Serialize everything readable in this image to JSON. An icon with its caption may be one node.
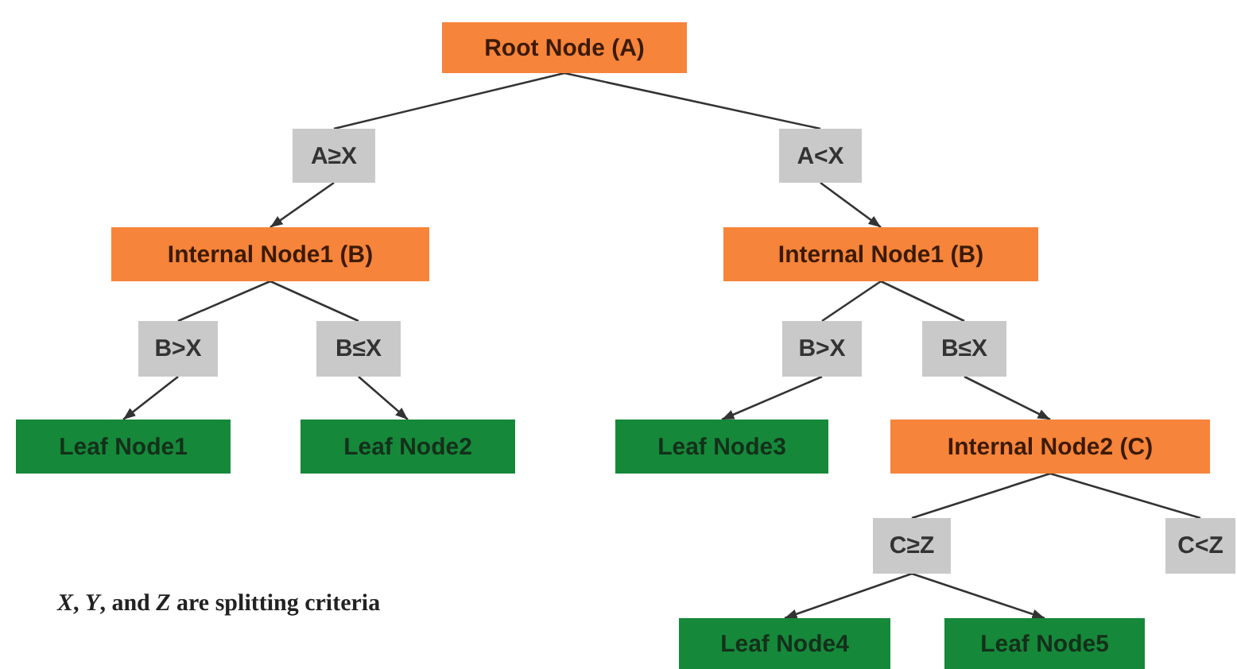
{
  "diagram": {
    "nodes": [
      {
        "text": [
          "Root Node (A)"
        ]
      },
      {
        "text": [
          "A≥X"
        ]
      },
      {
        "text": [
          "A<X"
        ]
      },
      {
        "text": [
          "Internal Node1 (B)"
        ]
      },
      {
        "text": [
          "Internal Node1 (B)"
        ]
      },
      {
        "text": [
          "B>X"
        ]
      },
      {
        "text": [
          "B≤X"
        ]
      },
      {
        "text": [
          "B>X"
        ]
      },
      {
        "text": [
          "B≤X"
        ]
      },
      {
        "text": [
          "Leaf Node1"
        ]
      },
      {
        "text": [
          "Leaf Node2"
        ]
      },
      {
        "text": [
          "Leaf Node3"
        ]
      },
      {
        "text": [
          "Internal Node2 (C)"
        ]
      },
      {
        "text": [
          "C≥Z"
        ]
      },
      {
        "text": [
          "C<Z"
        ]
      },
      {
        "text": [
          "Leaf Node4"
        ]
      },
      {
        "text": [
          "Leaf Node5"
        ]
      }
    ],
    "edges": [
      {
        "from": 0,
        "to": 1,
        "arrow": "none"
      },
      {
        "from": 1,
        "to": 3,
        "arrow": "to"
      },
      {
        "from": 0,
        "to": 2,
        "arrow": "none"
      },
      {
        "from": 2,
        "to": 4,
        "arrow": "to"
      },
      {
        "from": 3,
        "to": 5,
        "arrow": "none"
      },
      {
        "from": 5,
        "to": 9,
        "arrow": "to"
      },
      {
        "from": 3,
        "to": 6,
        "arrow": "none"
      },
      {
        "from": 6,
        "to": 10,
        "arrow": "to"
      },
      {
        "from": 4,
        "to": 7,
        "arrow": "none"
      },
      {
        "from": 7,
        "to": 11,
        "arrow": "to"
      },
      {
        "from": 4,
        "to": 8,
        "arrow": "none"
      },
      {
        "from": 8,
        "to": 12,
        "arrow": "to"
      },
      {
        "from": 12,
        "to": 13,
        "arrow": "none"
      },
      {
        "from": 13,
        "to": 15,
        "arrow": "to"
      },
      {
        "from": 13,
        "to": 16,
        "arrow": "to"
      },
      {
        "from": 12,
        "to": 14,
        "arrow": "none"
      }
    ],
    "labels": [
      "*X*, *Y*, and *Z* are splitting criteria"
    ]
  }
}
